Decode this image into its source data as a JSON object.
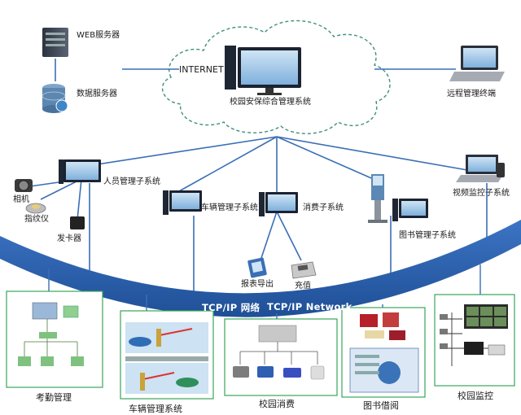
{
  "cloud": {
    "internet_label": "INTERNET",
    "center_label": "校园安保综合管理系统"
  },
  "servers": {
    "web": "WEB服务器",
    "data": "数据服务器"
  },
  "remote": "远程管理终端",
  "subsystems": {
    "personnel": "人员管理子系统",
    "vehicle": "车辆管理子系统",
    "consumption": "消费子系统",
    "library": "图书管理子系统",
    "video": "视频监控子系统"
  },
  "devices": {
    "camera": "相机",
    "fingerprint": "指纹仪",
    "card_issuer": "发卡器",
    "report_export": "报表导出",
    "recharge": "充值"
  },
  "network": {
    "cn": "TCP/IP 网络",
    "en": "TCP/IP Network"
  },
  "panels": {
    "attendance": "考勤管理",
    "vehicle": "车辆管理系统",
    "consumption": "校园消费",
    "library": "图书借阅",
    "monitoring": "校园监控"
  },
  "colors": {
    "bus": "#2e5fa8",
    "line": "#3a6fb5",
    "cloud_border": "#3f8f7f",
    "panel_border": "#3aa55a"
  }
}
